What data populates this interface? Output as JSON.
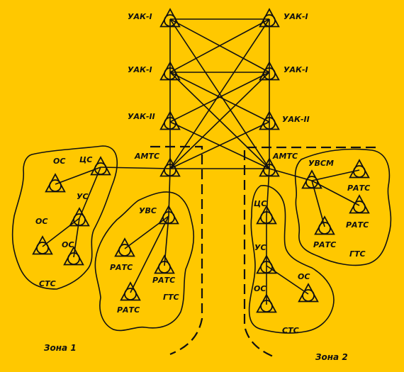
{
  "colors": {
    "background": "#ffc800",
    "ink": "#111111"
  },
  "labels": {
    "uak1_tl": "УАК-I",
    "uak1_tr": "УАК-I",
    "uak1_ml": "УАК-I",
    "uak1_mr": "УАК-I",
    "uak2_l": "УАК-II",
    "uak2_r": "УАК-II",
    "amts_l": "АМТС",
    "amts_r": "АМТС",
    "os_1": "ОС",
    "cs_l": "ЦС",
    "us_l": "УС",
    "os_2": "ОС",
    "os_3": "ОС",
    "sts_l": "СТС",
    "uvs": "УВС",
    "rats_1": "РАТС",
    "rats_2": "РАТС",
    "rats_3": "РАТС",
    "gts_l": "ГТС",
    "cs_r": "ЦС",
    "us_r": "УС",
    "os_4": "ОС",
    "os_5": "ОС",
    "sts_r": "СТС",
    "uvsm": "УВСМ",
    "rats_4": "РАТС",
    "rats_5": "РАТС",
    "rats_6": "РАТС",
    "gts_r": "ГТС",
    "zone1": "Зона 1",
    "zone2": "Зона 2"
  }
}
